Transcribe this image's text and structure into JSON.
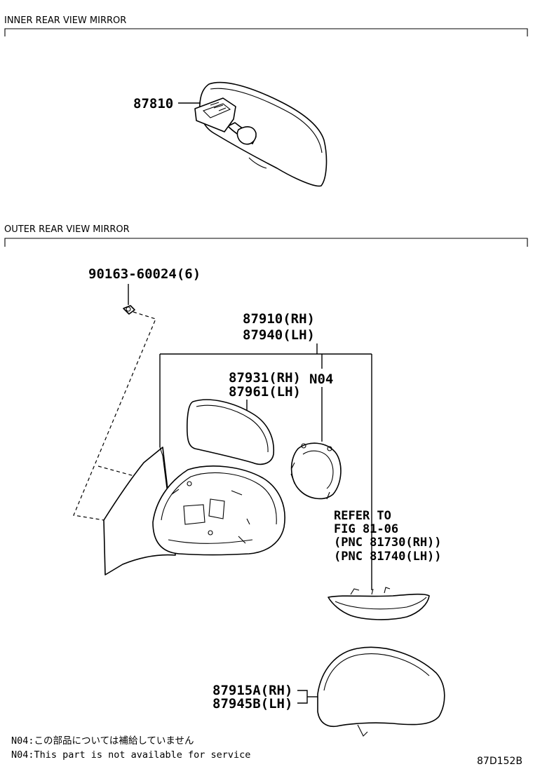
{
  "sections": {
    "inner": {
      "title": "INNER REAR VIEW MIRROR"
    },
    "outer": {
      "title": "OUTER REAR VIEW MIRROR"
    }
  },
  "parts": {
    "inner_mirror": "87810",
    "screw": "90163-60024(6)",
    "mirror_assy_rh": "87910(RH)",
    "mirror_assy_lh": "87940(LH)",
    "mirror_glass_rh": "87931(RH)",
    "mirror_glass_lh": "87961(LH)",
    "motor_note_code": "N04",
    "cover_rh": "87915A(RH)",
    "cover_lh": "87945B(LH)"
  },
  "reference": {
    "line1": "REFER TO",
    "line2": "FIG 81-06",
    "line3": "(PNC 81730(RH))",
    "line4": "(PNC 81740(LH))"
  },
  "notes": [
    "N04:この部品については補給していません",
    "N04:This part is not available for service"
  ],
  "diagram_code": "87D152B"
}
